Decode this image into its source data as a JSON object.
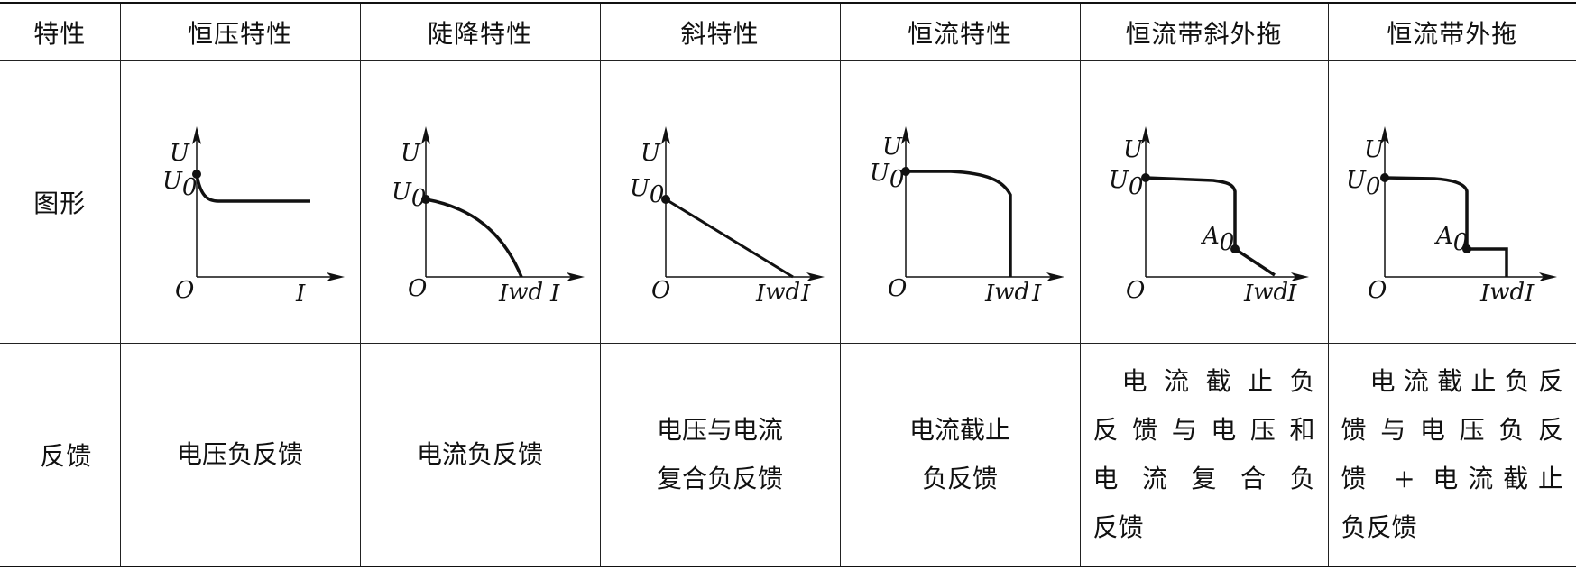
{
  "table": {
    "header": [
      "特性",
      "恒压特性",
      "陡降特性",
      "斜特性",
      "恒流特性",
      "恒流带斜外拖",
      "恒流带外拖"
    ],
    "row_figure_label": "图形",
    "row_feedback_label": "反馈",
    "feedback": [
      [
        "电压负反馈"
      ],
      [
        "电流负反馈"
      ],
      [
        "电压与电流",
        "复合负反馈"
      ],
      [
        "电流截止",
        "负反馈"
      ],
      [
        "电流截止负",
        "反馈与电压和",
        "电流复合负",
        "反馈"
      ],
      [
        "电流截止负反",
        "馈与电压负反",
        "馈 + 电流截止",
        "负反馈"
      ]
    ]
  },
  "axis_labels": {
    "y": "U",
    "x": "I",
    "origin": "O",
    "u0_main": "U",
    "u0_sub": "0",
    "iwd_main": "I",
    "iwd_sub": "wd",
    "a0_main": "A",
    "a0_sub": "0"
  }
}
